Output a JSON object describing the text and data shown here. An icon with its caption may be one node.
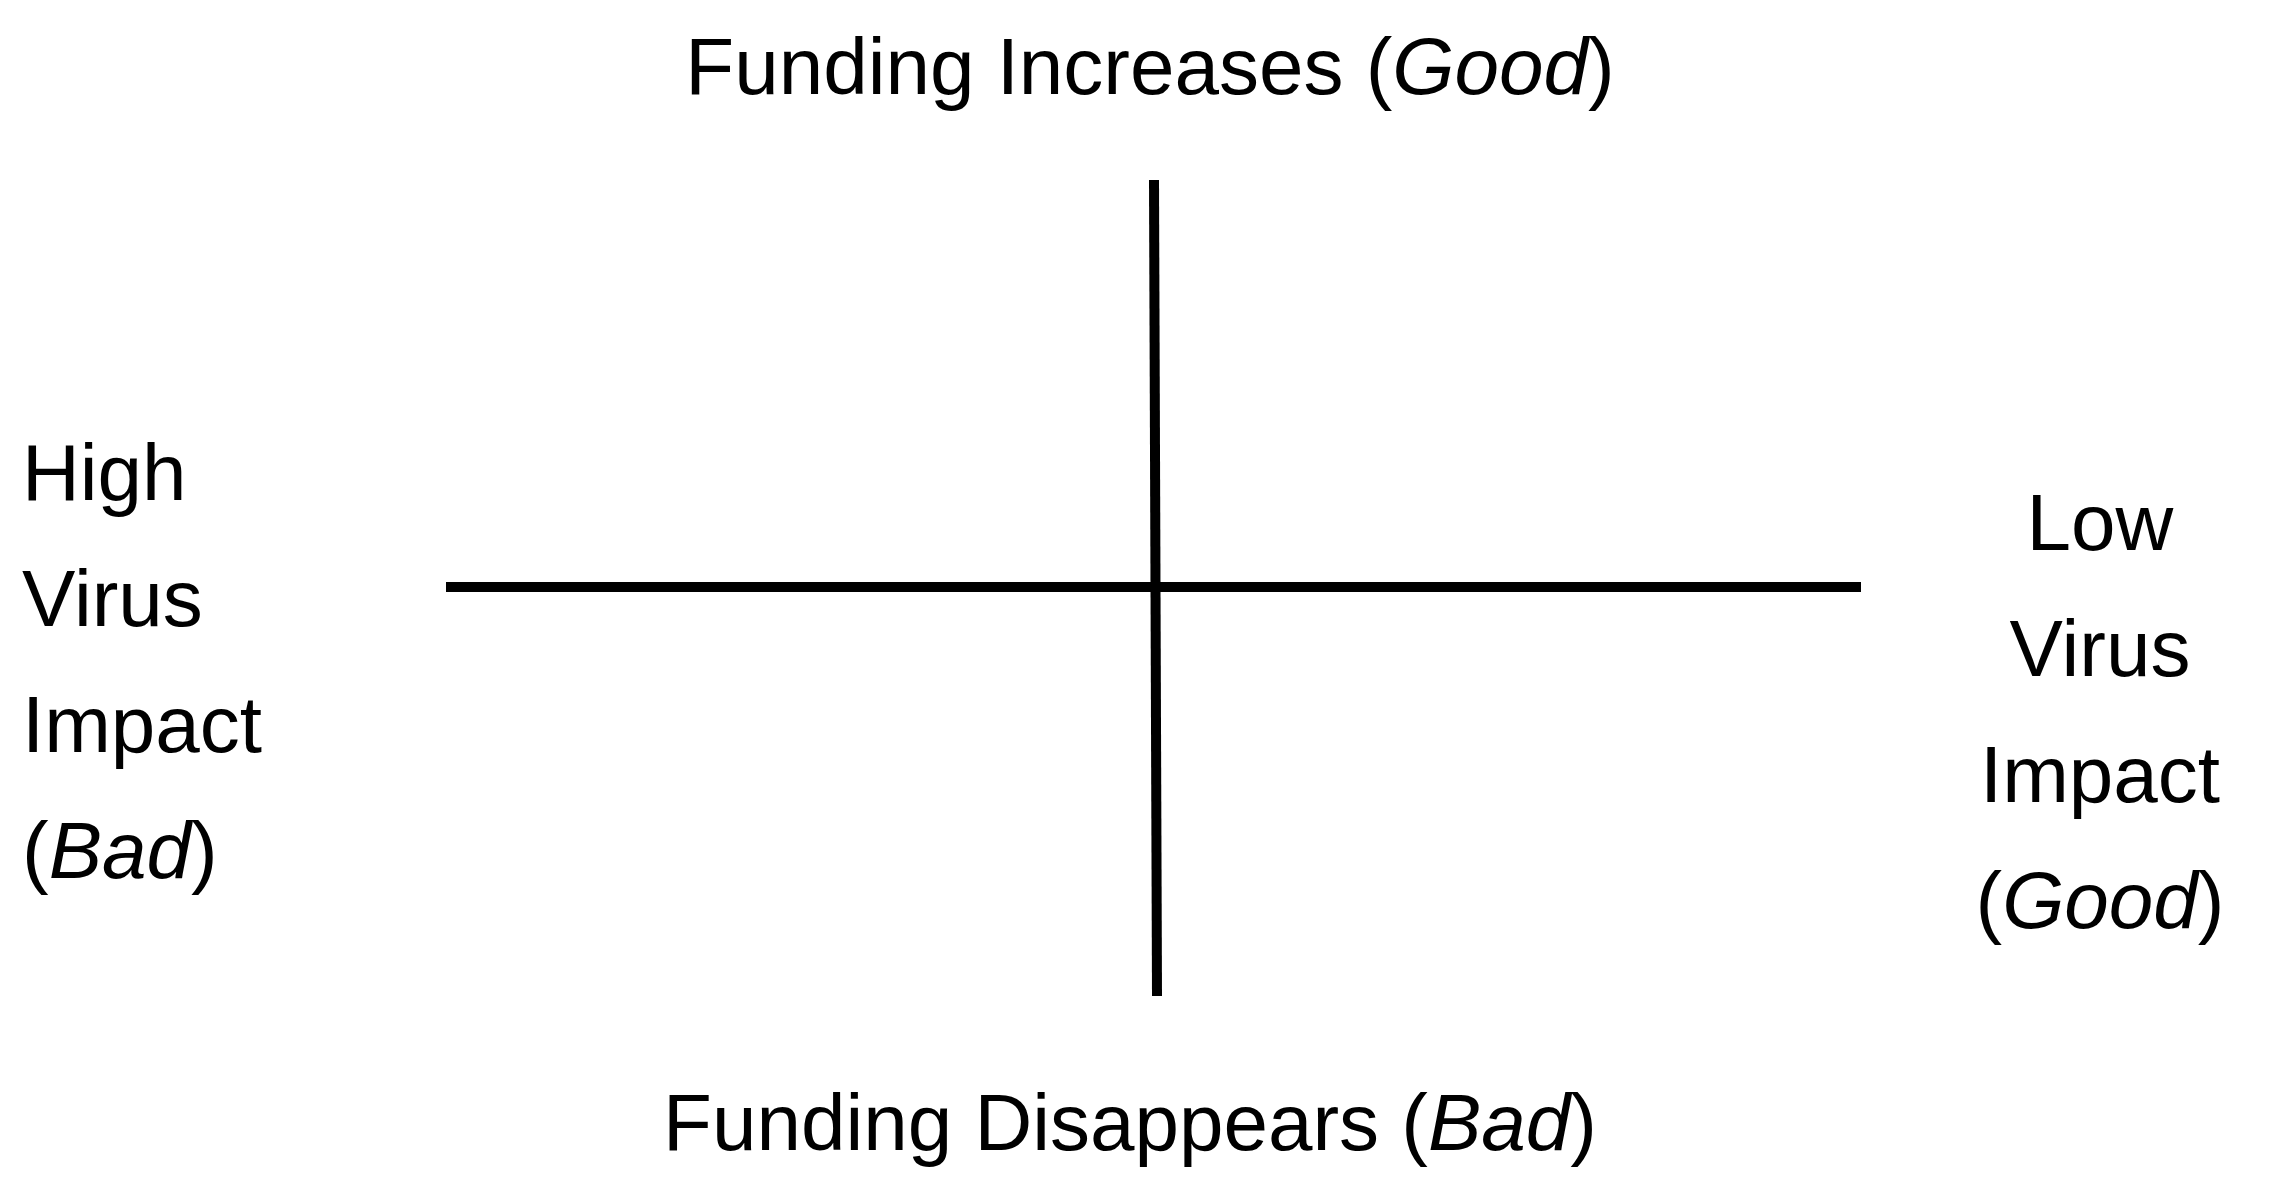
{
  "diagram": {
    "labels": [
      "Funding Increases (*Good*)",
      "High Virus Impact (*Bad*)",
      "Low Virus Impact (*Good*)",
      "Funding Disappears (*Bad*)"
    ]
  }
}
